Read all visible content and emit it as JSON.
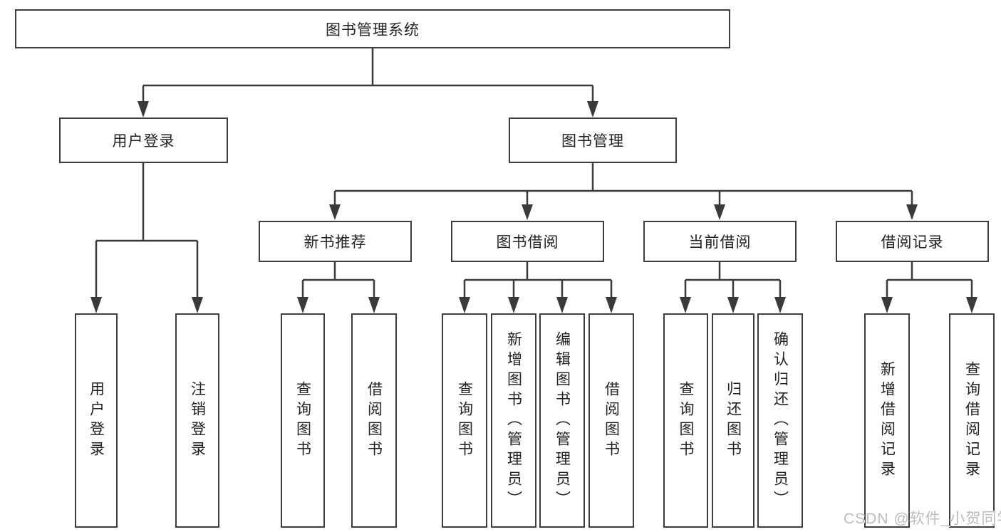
{
  "diagram": {
    "root": {
      "label": "图书管理系统"
    },
    "branches": [
      {
        "label": "用户登录",
        "children": [
          {
            "label": "用户登录"
          },
          {
            "label": "注销登录"
          }
        ]
      },
      {
        "label": "图书管理",
        "groups": [
          {
            "label": "新书推荐",
            "children": [
              {
                "label": "查询图书"
              },
              {
                "label": "借阅图书"
              }
            ]
          },
          {
            "label": "图书借阅",
            "children": [
              {
                "label": "查询图书"
              },
              {
                "label": "新增图书（管理员）"
              },
              {
                "label": "编辑图书（管理员）"
              },
              {
                "label": "借阅图书"
              }
            ]
          },
          {
            "label": "当前借阅",
            "children": [
              {
                "label": "查询图书"
              },
              {
                "label": "归还图书"
              },
              {
                "label": "确认归还（管理员）"
              }
            ]
          },
          {
            "label": "借阅记录",
            "children": [
              {
                "label": "新增借阅记录"
              },
              {
                "label": "查询借阅记录"
              }
            ]
          }
        ]
      }
    ]
  },
  "watermark": {
    "text": "CSDN @软件_小贺同学"
  },
  "colors": {
    "line": "#3a3a3a",
    "box_border": "#3d3d3d",
    "text": "#222222",
    "watermark": "#bcbcbc",
    "background": "#ffffff"
  }
}
